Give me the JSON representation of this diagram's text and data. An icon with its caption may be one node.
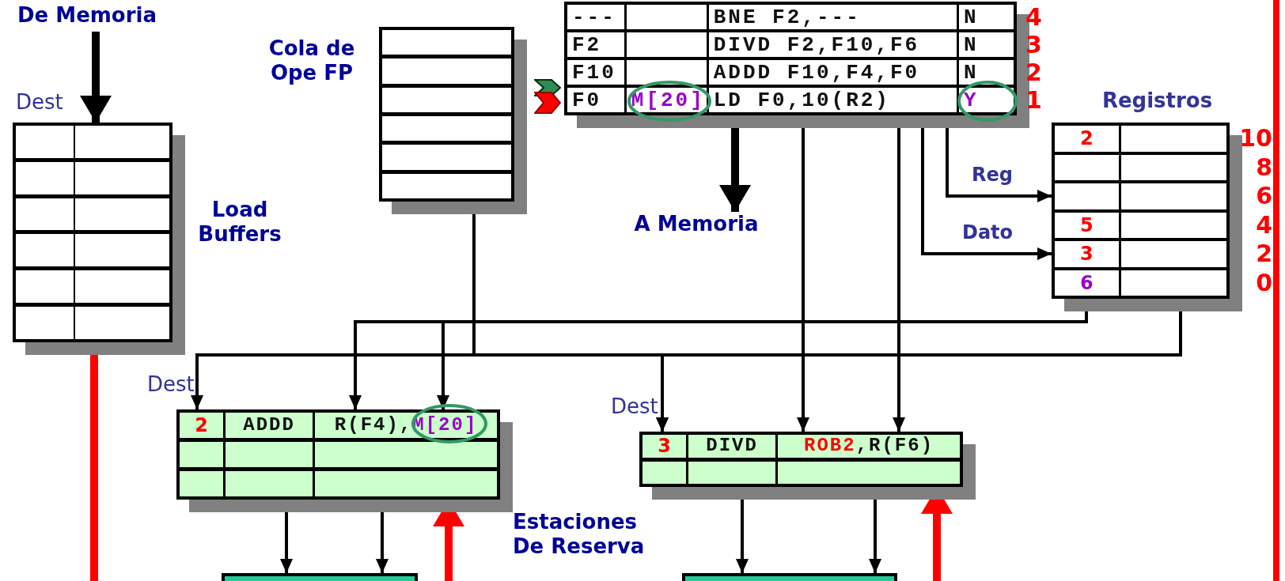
{
  "diagram": {
    "nodes": [
      {
        "text": [
          "De Memoria"
        ]
      },
      {
        "text": [
          "Dest"
        ],
        "beside": [
          "Load Buffers"
        ]
      },
      {
        "text": [
          "Cola de Ope FP"
        ]
      },
      {
        "text": [
          "---",
          "BNE F2,---",
          "N",
          "F2",
          "DIVD F2,F10,F6",
          "N",
          "F10",
          "ADDD F10,F4,F0",
          "N",
          "F0",
          "M[20]",
          "LD F0,10(R2)",
          "Y"
        ],
        "beside": [
          "4",
          "3",
          "2",
          "1"
        ]
      },
      {
        "text": [
          "A Memoria"
        ]
      },
      {
        "text": [
          "Registros",
          "2",
          "5",
          "3",
          "6"
        ],
        "beside": [
          "10",
          "8",
          "6",
          "4",
          "2",
          "0"
        ]
      },
      {
        "text": [
          "Dest",
          "2",
          "ADDD",
          "R(F4),",
          "M[20]"
        ]
      },
      {
        "text": [
          "Dest",
          "3",
          "DIVD",
          "ROB2",
          ",R(F6)"
        ]
      },
      {
        "text": [],
        "shape": "box"
      },
      {
        "text": [],
        "shape": "box"
      }
    ],
    "edges": [
      {
        "from": 0,
        "to": 1,
        "arrow": "to",
        "style": "thick"
      },
      {
        "from": 2,
        "to": 6,
        "arrow": "to"
      },
      {
        "from": 2,
        "to": 7,
        "arrow": "to"
      },
      {
        "from": 3,
        "to": 4,
        "arrow": "to",
        "style": "thick"
      },
      {
        "from": 3,
        "to": 5,
        "arrow": "to",
        "label": "Reg"
      },
      {
        "from": 3,
        "to": 5,
        "arrow": "to",
        "label": "Dato"
      },
      {
        "from": 3,
        "to": 7,
        "arrow": "to"
      },
      {
        "from": 3,
        "to": 7,
        "arrow": "to"
      },
      {
        "from": 5,
        "to": 6,
        "arrow": "to"
      },
      {
        "from": 5,
        "to": 6,
        "arrow": "to"
      },
      {
        "from": 5,
        "to": 7,
        "arrow": "to"
      },
      {
        "from": 6,
        "to": 8,
        "arrow": "to"
      },
      {
        "from": 6,
        "to": 8,
        "arrow": "to"
      },
      {
        "from": 7,
        "to": 9,
        "arrow": "to"
      },
      {
        "from": 7,
        "to": 9,
        "arrow": "to"
      },
      {
        "from": null,
        "to": 6,
        "arrow": "to",
        "style": "thick",
        "color": "#ff0000"
      },
      {
        "from": null,
        "to": 7,
        "arrow": "to",
        "style": "thick",
        "color": "#ff0000"
      },
      {
        "from": 1,
        "to": null,
        "arrow": "none",
        "style": "thick",
        "color": "#ff0000"
      }
    ],
    "labels": [
      "Estaciones De Reserva"
    ]
  }
}
